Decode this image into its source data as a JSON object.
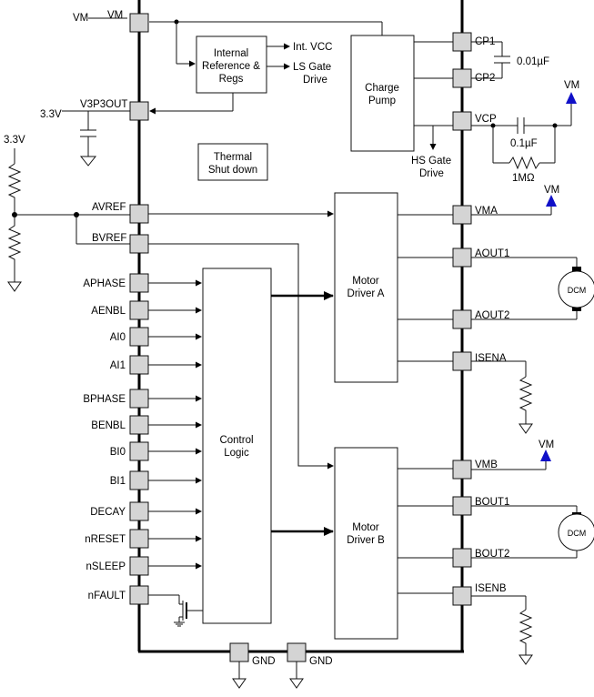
{
  "supply": {
    "vm": "VM",
    "v33": "3.3V"
  },
  "left_pins": {
    "vm": "VM",
    "v3p3out": "V3P3OUT",
    "avref": "AVREF",
    "bvref": "BVREF",
    "aphase": "APHASE",
    "aenbl": "AENBL",
    "ai0": "AI0",
    "ai1": "AI1",
    "bphase": "BPHASE",
    "benbl": "BENBL",
    "bi0": "BI0",
    "bi1": "BI1",
    "decay": "DECAY",
    "nreset": "nRESET",
    "nsleep": "nSLEEP",
    "nfault": "nFAULT"
  },
  "right_pins": {
    "cp1": "CP1",
    "cp2": "CP2",
    "vcp": "VCP",
    "vma": "VMA",
    "aout1": "AOUT1",
    "aout2": "AOUT2",
    "isena": "ISENA",
    "vmb": "VMB",
    "bout1": "BOUT1",
    "bout2": "BOUT2",
    "isenb": "ISENB"
  },
  "bottom_pins": {
    "gnd1": "GND",
    "gnd2": "GND"
  },
  "blocks": {
    "internal_ref": [
      "Internal",
      "Reference &",
      "Regs"
    ],
    "charge_pump": [
      "Charge",
      "Pump"
    ],
    "thermal": [
      "Thermal",
      "Shut down"
    ],
    "motor_a": [
      "Motor",
      "Driver A"
    ],
    "motor_b": [
      "Motor",
      "Driver B"
    ],
    "control_logic": [
      "Control",
      "Logic"
    ]
  },
  "signals": {
    "int_vcc": "Int. VCC",
    "ls_gate": [
      "LS Gate",
      "Drive"
    ],
    "hs_gate": [
      "HS Gate",
      "Drive"
    ]
  },
  "components": {
    "cp_cap": "0.01µF",
    "vcp_cap": "0.1µF",
    "vcp_res": "1MΩ",
    "motor_a": "DCM",
    "motor_b": "DCM"
  },
  "colors": {
    "arrow_blue": "#1010c8",
    "pin_fill": "#d4d4d4"
  }
}
